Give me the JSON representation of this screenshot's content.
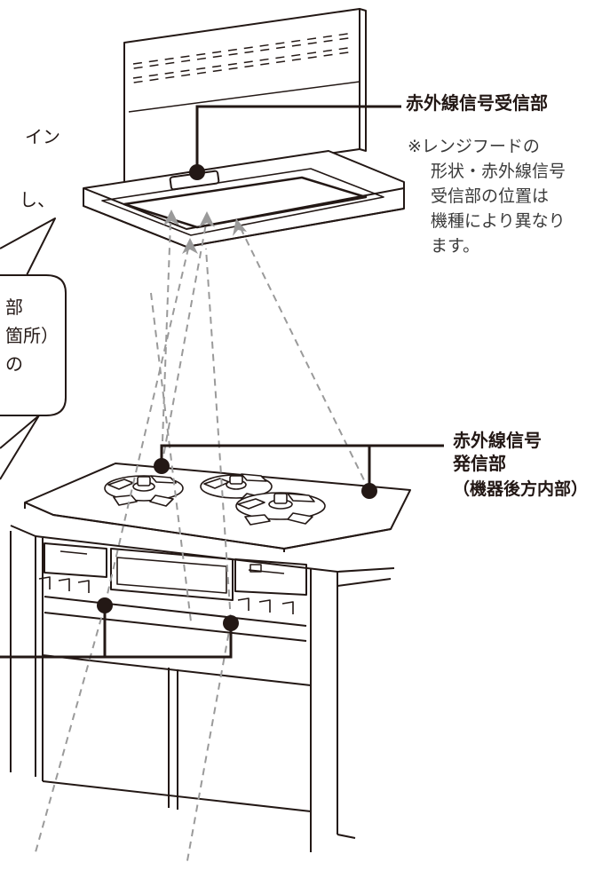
{
  "hood": {
    "receiver_label": "赤外線信号受信部",
    "note_lines": [
      "※レンジフードの",
      "形状・赤外線信号",
      "受信部の位置は",
      "機種により異なり",
      "ます。"
    ]
  },
  "cooktop": {
    "emitter_title_line1": "赤外線信号",
    "emitter_title_line2": "発信部",
    "emitter_sub": "（機器後方内部）"
  },
  "cropped_text": {
    "line1": "イン",
    "line2": "し、",
    "bubble_line1": "部",
    "bubble_line2": "箇所）",
    "bubble_line3": "の"
  },
  "colors": {
    "line": "#231815",
    "dashed_beam": "#9a9a9a",
    "arrow": "#9a9a9a",
    "background": "#ffffff"
  }
}
